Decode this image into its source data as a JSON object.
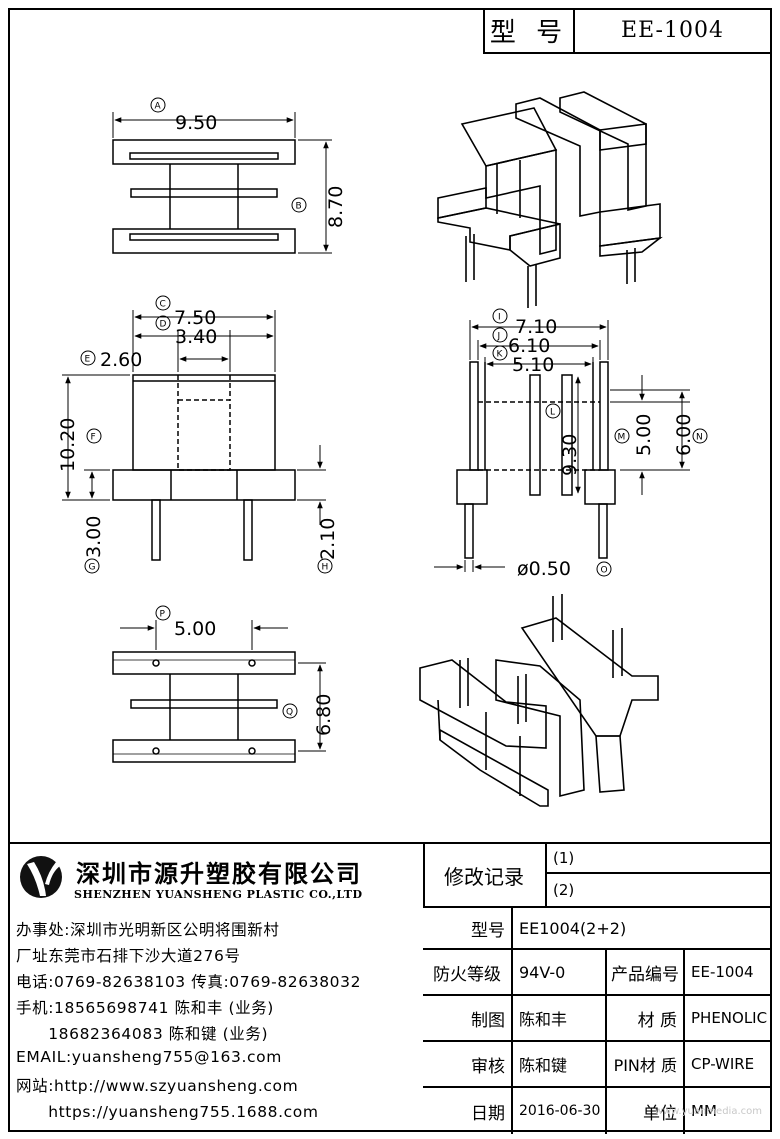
{
  "header": {
    "model_label": "型 号",
    "model_value": "EE-1004"
  },
  "dimensions": {
    "A": "9.50",
    "B": "8.70",
    "C": "7.50",
    "D": "3.40",
    "E": "2.60",
    "F": "10.20",
    "G": "3.00",
    "H": "2.10",
    "I": "7.10",
    "J": "6.10",
    "K": "5.10",
    "L": "9.30",
    "M": "5.00",
    "N": "6.00",
    "O": "ø0.50",
    "P": "5.00",
    "Q": "6.80"
  },
  "company": {
    "name_cn": "深圳市源升塑胶有限公司",
    "name_en": "SHENZHEN YUANSHENG PLASTIC CO.,LTD",
    "lines": [
      "办事处:深圳市光明新区公明将围新村",
      "厂址东莞市石排下沙大道276号",
      "电话:0769-82638103 传真:0769-82638032",
      "手机:18565698741 陈和丰 (业务)",
      "　　18682364083 陈和键 (业务)",
      "EMAIL:yuansheng755@163.com",
      "网站:http://www.szyuansheng.com",
      "　　https://yuansheng755.1688.com"
    ]
  },
  "titleblock": {
    "revision_label": "修改记录",
    "rev1": "(1)",
    "rev2": "(2)",
    "model_label": "型号",
    "model_value": "EE1004(2+2)",
    "fire_label": "防火等级",
    "fire_value": "94V-0",
    "product_no_label": "产品编号",
    "product_no_value": "EE-1004",
    "drawn_label": "制图",
    "drawn_value": "陈和丰",
    "material_label": "材 质",
    "material_value": "PHENOLIC",
    "check_label": "审核",
    "check_value": "陈和键",
    "pin_material_label": "PIN材 质",
    "pin_material_value": "CP-WIRE",
    "date_label": "日期",
    "date_value": "2016-06-30",
    "unit_label": "单位",
    "unit_value": "MM"
  },
  "watermark": "www.yuanmedia.com"
}
